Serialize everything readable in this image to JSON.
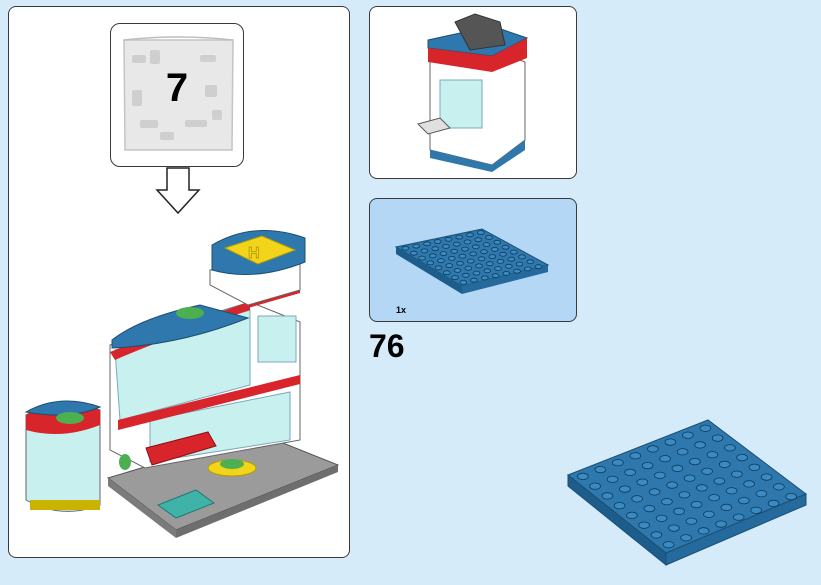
{
  "main": {
    "bag_number": "7"
  },
  "step": {
    "number": "76",
    "part_quantity": "1x"
  },
  "colors": {
    "background": "#d6ebfa",
    "callout_background": "#b3d7f5",
    "plate_blue": "#2e78ad",
    "accent_red": "#d8242b",
    "helipad_yellow": "#f2d51b"
  }
}
